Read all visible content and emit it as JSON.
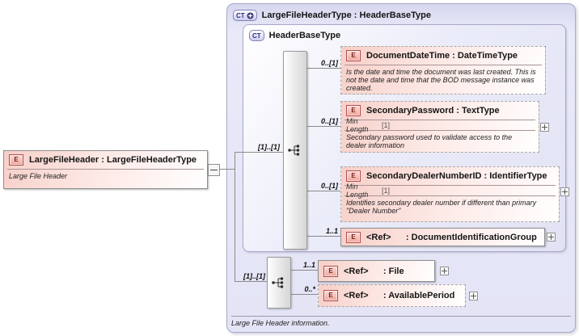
{
  "badges": {
    "element": "E",
    "complex_type": "CT"
  },
  "root_element": {
    "title": "LargeFileHeader : LargeFileHeaderType",
    "annotation": "Large File Header"
  },
  "outer_type": {
    "title": "LargeFileHeaderType : HeaderBaseType",
    "footer_annotation": "Large File Header information."
  },
  "inner_type": {
    "title": "HeaderBaseType"
  },
  "connectors": {
    "header_sequence_cardinality": "[1]..[1]",
    "extension_sequence_cardinality": "[1]..[1]"
  },
  "header_children": [
    {
      "cardinality": "0..[1]",
      "title": "DocumentDateTime : DateTimeType",
      "annotation": "Is the date and time the document was last created. This is not the date and time that the BOD message instance was created."
    },
    {
      "cardinality": "0..[1]",
      "title": "SecondaryPassword : TextType",
      "facet_name": "Min Length",
      "facet_value": "[1]",
      "annotation": "Secondary password used to validate access to the dealer information"
    },
    {
      "cardinality": "0..[1]",
      "title": "SecondaryDealerNumberID : IdentifierType",
      "facet_name": "Min Length",
      "facet_value": "[1]",
      "annotation": "Identifies secondary dealer number if different than primary \"Dealer Number\""
    },
    {
      "cardinality": "1..1",
      "title": "<Ref>      : DocumentIdentificationGroup"
    }
  ],
  "extension_children": [
    {
      "cardinality": "1..1",
      "title": "<Ref>      : File"
    },
    {
      "cardinality": "0..*",
      "title": "<Ref>      : AvailablePeriod"
    }
  ]
}
